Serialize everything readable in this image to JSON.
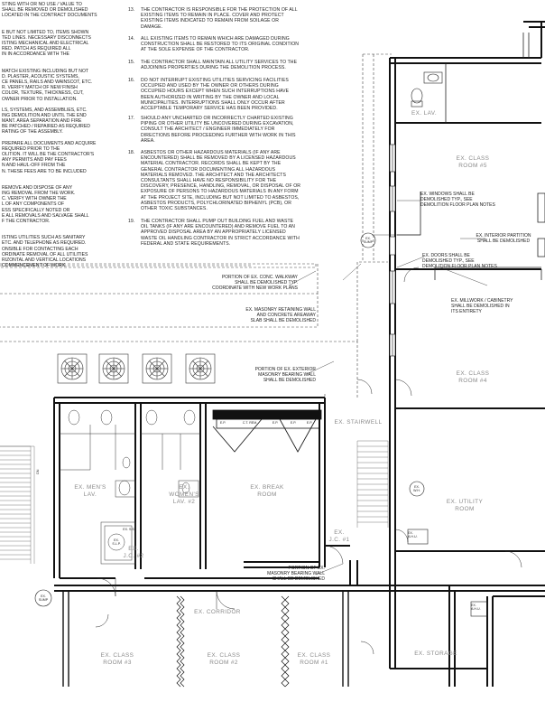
{
  "general_notes_left": [
    "STING WITH OR NO USE / VALUE TO",
    "SHALL BE REMOVED OR DEMOLISHED",
    "LOCATED IN THE CONTRACT DOCUMENTS",
    "",
    "",
    "E BUT NOT LIMITED TO, ITEMS SHOWN",
    "TED LINES. NECESSARY DISCONNECTS",
    "ISTING MECHANICAL AND ELECTRICAL",
    "RED. PATCH AS REQUIRED ALL",
    "IN IN ACCORDANCE WITH THE",
    "",
    "",
    "MATCH EXISTING INCLUDING BUT NOT",
    "D. PLASTER, ACOUSTIC SYSTEMS,",
    "CE PANELS, RAILS AND WAINSCOT, ETC.",
    "R. VERIFY MATCH OF NEW FINISH",
    "COLOR, TEXTURE, THICKNESS, CUT,",
    "OWNER PRIOR TO INSTALLATION.",
    "",
    "LS, SYSTEMS, AND ASSEMBLIES, ETC.",
    "ING DEMOLITION AND UNTIL THE END",
    "MANT. AREA SEPARATION AND FIRE",
    "BE PATCHED / REPAIRED AS REQUIRED",
    "RATING OF THE ASSEMBLY.",
    "",
    "PREPARE ALL DOCUMENTS AND ACQUIRE",
    "REQUIRED PRIOR TO THE",
    "OLITION. IT WILL BE THE CONTRACTOR'S",
    "ANY PERMITS AND PAY FEES",
    "N AND HAUL-OFF FROM THE",
    "N. THESE FEES ARE TO BE INCLUDED",
    "",
    "",
    "REMOVE AND DISPOSE OF ANY",
    "ING REMOVAL FROM THE WORK.",
    "C. VERIFY WITH OWNER THE",
    "L OF ANY COMPONENTS OF",
    "ESS SPECIFICALLY NOTED OR",
    "E ALL REMOVALS AND SALVAGE SHALL",
    "F THE CONTRACTOR.",
    "",
    "",
    "ISTING UTILITIES SUCH AS SANITARY",
    "ETC. AND TELEPHONE AS REQUIRED.",
    "ONSIBLE FOR CONTACTING EACH",
    "ORDINATE REMOVAL OF ALL UTILITIES",
    "RIZONTAL AND VERTICAL LOCATIONS",
    "COMMENCEMENT OF WORK."
  ],
  "general_notes_right": [
    {
      "num": "13.",
      "text": "THE CONTRACTOR IS RESPONSIBLE FOR THE PROTECTION OF ALL EXISTING ITEMS TO REMAIN IN PLACE. COVER AND PROTECT EXISTING ITEMS INDICATED TO REMAIN FROM SOILAGE OR DAMAGE."
    },
    {
      "num": "14.",
      "text": "ALL EXISTING ITEMS TO REMAIN WHICH ARE DAMAGED DURING CONSTRUCTION SHALL BE RESTORED TO ITS ORIGINAL CONDITION AT THE SOLE EXPENSE OF THE CONTRACTOR."
    },
    {
      "num": "15.",
      "text": "THE CONTRACTOR SHALL MAINTAIN ALL UTILITY SERVICES TO THE ADJOINING PROPERTIES DURING THE DEMOLITION PROCESS."
    },
    {
      "num": "16.",
      "text": "DO NOT INTERRUPT EXISTING UTILITIES SERVICING FACILITIES OCCUPIED AND USED BY THE OWNER OR OTHERS DURING OCCUPIED HOURS EXCEPT WHEN SUCH INTERRUPTIONS HAVE BEEN AUTHORIZED IN WRITING BY THE OWNER AND LOCAL MUNICIPALITIES. INTERRUPTIONS SHALL ONLY OCCUR AFTER ACCEPTABLE TEMPORARY SERVICE HAS BEEN PROVIDED."
    },
    {
      "num": "17.",
      "text": "SHOULD ANY UNCHARTED OR INCORRECTLY CHARTED EXISTING PIPING OR OTHER UTILITY BE UNCOVERED DURING EXCAVATION, CONSULT THE ARCHITECT / ENGINEER IMMEDIATELY FOR DIRECTIONS BEFORE PROCEEDING FURTHER WITH WORK IN THIS AREA."
    },
    {
      "num": "18.",
      "text": "ASBESTOS OR OTHER HAZARDOUS MATERIALS (IF ANY ARE ENCOUNTERED) SHALL BE REMOVED BY A LICENSED HAZARDOUS MATERIAL CONTRACTOR. RECORDS SHALL BE KEPT BY THE GENERAL CONTRACTOR DOCUMENTING ALL HAZARDOUS MATERIALS REMOVED. THE ARCHITECT AND THE ARCHITECTS CONSULTANTS SHALL HAVE NO RESPONSIBILITY FOR THE DISCOVERY, PRESENCE, HANDLING, REMOVAL, OR DISPOSAL OF OR EXPOSURE OF PERSONS TO HAZARDOUS MATERIALS IN ANY FORM AT THE PROJECT SITE, INCLUDING BUT NOT LIMITED TO ASBESTOS, ASBESTOS PRODUCTS, POLYCHLORINATED BIPHENYL (PCB), OR OTHER TOXIC SUBSTANCES."
    },
    {
      "num": "19.",
      "text": "THE CONTRACTOR SHALL PUMP OUT BUILDING FUEL AND WASTE OIL TANKS (IF ANY ARE ENCOUNTERED) AND REMOVE FUEL TO AN APPROVED DISPOSAL AREA BY AN APPROPRIATELY LICENSED WASTE OIL HANDLING CONTRACTOR IN STRICT ACCORDANCE WITH FEDERAL AND STATE REQUIREMENTS."
    }
  ],
  "rooms": {
    "ex_lav": "EX. LAV.",
    "class_5": [
      "EX. CLASS",
      "ROOM #5"
    ],
    "class_4": [
      "EX. CLASS",
      "ROOM #4"
    ],
    "stairwell": "EX. STAIRWELL",
    "mens_lav": [
      "EX. MEN'S",
      "LAV."
    ],
    "womens_lav": [
      "EX.",
      "WOMEN'S",
      "LAV. #2"
    ],
    "break_room": [
      "EX. BREAK",
      "ROOM"
    ],
    "jc_2": [
      "EX.",
      "J.C. #2"
    ],
    "jc_1": [
      "EX.",
      "J.C. #1"
    ],
    "utility": [
      "EX. UTILITY",
      "ROOM"
    ],
    "corridor": "EX. CORRIDOR",
    "class_3": [
      "EX. CLASS",
      "ROOM #3"
    ],
    "class_2": [
      "EX. CLASS",
      "ROOM #2"
    ],
    "class_1": [
      "EX. CLASS",
      "ROOM #1"
    ],
    "storage": "EX. STORAGE"
  },
  "callouts": {
    "windows": [
      "EX. WINDOWS SHALL BE",
      "DEMOLISHED TYP., SEE",
      "DEMOLITION FLOOR PLAN NOTES"
    ],
    "interior_partition": [
      "EX. INTERIOR PARTITION",
      "SHALL BE DEMOLISHED"
    ],
    "doors": [
      "EX. DOORS SHALL BE",
      "DEMOLISHED TYP., SEE",
      "DEMOLITION FLOOR PLAN NOTES"
    ],
    "millwork": [
      "EX. MILLWORK / CABINETRY",
      "SHALL BE DEMOLISHED IN",
      "ITS ENTIRETY"
    ],
    "walkway": [
      "PORTION OF EX. CONC. WALKWAY",
      "SHALL BE DEMOLISHED TYP.",
      "COORDINATE WITH NEW WORK PLANS"
    ],
    "retaining_wall": [
      "EX. MASONRY RETAINING WALL",
      "AND CONCRETE AREAWAY",
      "SLAB SHALL BE DEMOLISHED"
    ],
    "exterior_wall": [
      "PORTION OF EX. EXTERIOR",
      "MASONRY BEARING WALL",
      "SHALL BE DEMOLISHED"
    ],
    "bearing_wall": [
      "PORTION OF EX.",
      "MASONRY BEARING WALL",
      "SHALL BE DEMOLISHED"
    ]
  },
  "tags": {
    "sump_1": [
      "EX.",
      "SUMP"
    ],
    "sump_2": [
      "EX.",
      "SUMP"
    ],
    "slp": [
      "EX.",
      "S.L.P."
    ],
    "ss": "EX. S.S.",
    "wh": [
      "EX.",
      "W.H."
    ],
    "ahu_1": [
      "EX.",
      "A.H.U."
    ],
    "ahu_2": [
      "EX.",
      "A.H.U."
    ],
    "dn": "DN",
    "appliance_labels": [
      "E.P.",
      "C.T. REM.",
      "E.P.",
      "E.P.",
      "E.P."
    ]
  }
}
